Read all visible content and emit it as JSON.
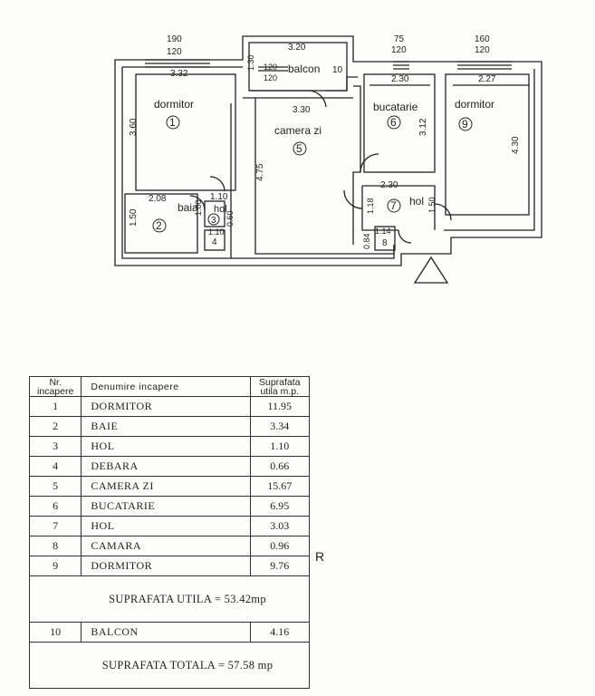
{
  "plan": {
    "labels": {
      "dims_top_left": "190",
      "dims_top_left_under": "120",
      "w_332": "3.32",
      "w_320": "3.20",
      "balcon": "balcon",
      "balcon_no": "10",
      "h_130": "1.30",
      "win_mid_top": "120",
      "win_mid_bot": "120",
      "dims_75": "75",
      "dims_75_under": "120",
      "dims_160": "160",
      "dims_160_under": "120",
      "w_230a": "2.30",
      "w_227": "2.27",
      "dormitor1": "dormitor",
      "no1": "1",
      "h_360": "3.60",
      "w_330": "3.30",
      "camera_zi": "camera zi",
      "no5": "5",
      "bucatarie": "bucatarie",
      "no6": "6",
      "h_312": "3.12",
      "dormitor9": "dormitor",
      "no9": "9",
      "h_430": "4.30",
      "h_475": "4.75",
      "w_208": "2.08",
      "w_110a": "1.10",
      "baia": "baia",
      "h_100": "1.00",
      "hol3": "hol",
      "no3": "3",
      "h_060": "0.60",
      "h_150": "1.50",
      "no2": "2",
      "w_110b": "1.10",
      "no4": "4",
      "w_230b": "2.30",
      "h_118": "1.18",
      "no7": "7",
      "hol7": "hol",
      "h_150b": "1.50",
      "h_084": "0.84",
      "w_114": "1.14",
      "no8": "8"
    }
  },
  "table": {
    "headers": {
      "nr": "Nr. incapere",
      "name": "Denumire incapere",
      "area": "Suprafata utila m.p."
    },
    "rows": [
      {
        "nr": "1",
        "name": "DORMITOR",
        "area": "11.95"
      },
      {
        "nr": "2",
        "name": "BAIE",
        "area": "3.34"
      },
      {
        "nr": "3",
        "name": "HOL",
        "area": "1.10"
      },
      {
        "nr": "4",
        "name": "DEBARA",
        "area": "0.66"
      },
      {
        "nr": "5",
        "name": "CAMERA ZI",
        "area": "15.67"
      },
      {
        "nr": "6",
        "name": "BUCATARIE",
        "area": "6.95"
      },
      {
        "nr": "7",
        "name": "HOL",
        "area": "3.03"
      },
      {
        "nr": "8",
        "name": "CAMARA",
        "area": "0.96"
      },
      {
        "nr": "9",
        "name": "DORMITOR",
        "area": "9.76"
      }
    ],
    "total_util": "SUPRAFATA UTILA = 53.42mp",
    "balcon_row": {
      "nr": "10",
      "name": "BALCON",
      "area": "4.16"
    },
    "total": "SUPRAFATA TOTALA = 57.58 mp"
  },
  "side_mark": "R"
}
